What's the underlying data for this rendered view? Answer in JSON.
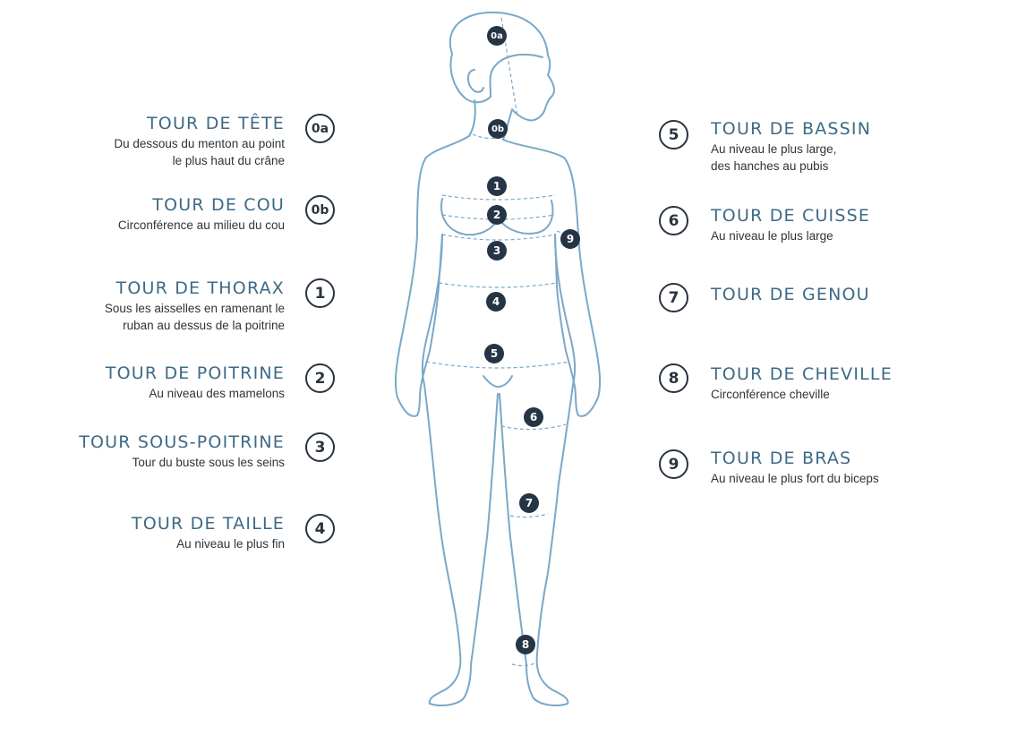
{
  "left_items": [
    {
      "num": "0a",
      "title": "TOUR DE TÊTE",
      "desc": "Du dessous du menton au point\nle plus haut du crâne"
    },
    {
      "num": "0b",
      "title": "TOUR DE COU",
      "desc": "Circonférence au milieu du cou"
    },
    {
      "num": "1",
      "title": "TOUR DE THORAX",
      "desc": "Sous les aisselles en ramenant le\nruban au dessus de la poitrine"
    },
    {
      "num": "2",
      "title": "TOUR DE POITRINE",
      "desc": "Au niveau des mamelons"
    },
    {
      "num": "3",
      "title": "TOUR SOUS-POITRINE",
      "desc": "Tour du buste sous les seins"
    },
    {
      "num": "4",
      "title": "TOUR DE TAILLE",
      "desc": "Au niveau le plus fin"
    }
  ],
  "right_items": [
    {
      "num": "5",
      "title": "TOUR DE BASSIN",
      "desc": "Au niveau le plus large,\ndes hanches au pubis"
    },
    {
      "num": "6",
      "title": "TOUR DE CUISSE",
      "desc": "Au niveau le plus large"
    },
    {
      "num": "7",
      "title": "TOUR DE GENOU",
      "desc": ""
    },
    {
      "num": "8",
      "title": "TOUR DE CHEVILLE",
      "desc": "Circonférence cheville"
    },
    {
      "num": "9",
      "title": "TOUR DE BRAS",
      "desc": "Au niveau le plus fort du biceps"
    }
  ],
  "body_markers": [
    "0a",
    "0b",
    "1",
    "2",
    "3",
    "4",
    "5",
    "6",
    "7",
    "8",
    "9"
  ],
  "colors": {
    "title": "#3d6a86",
    "outline": "#7aa8c8",
    "marker": "#253545",
    "text": "#2f3338"
  }
}
